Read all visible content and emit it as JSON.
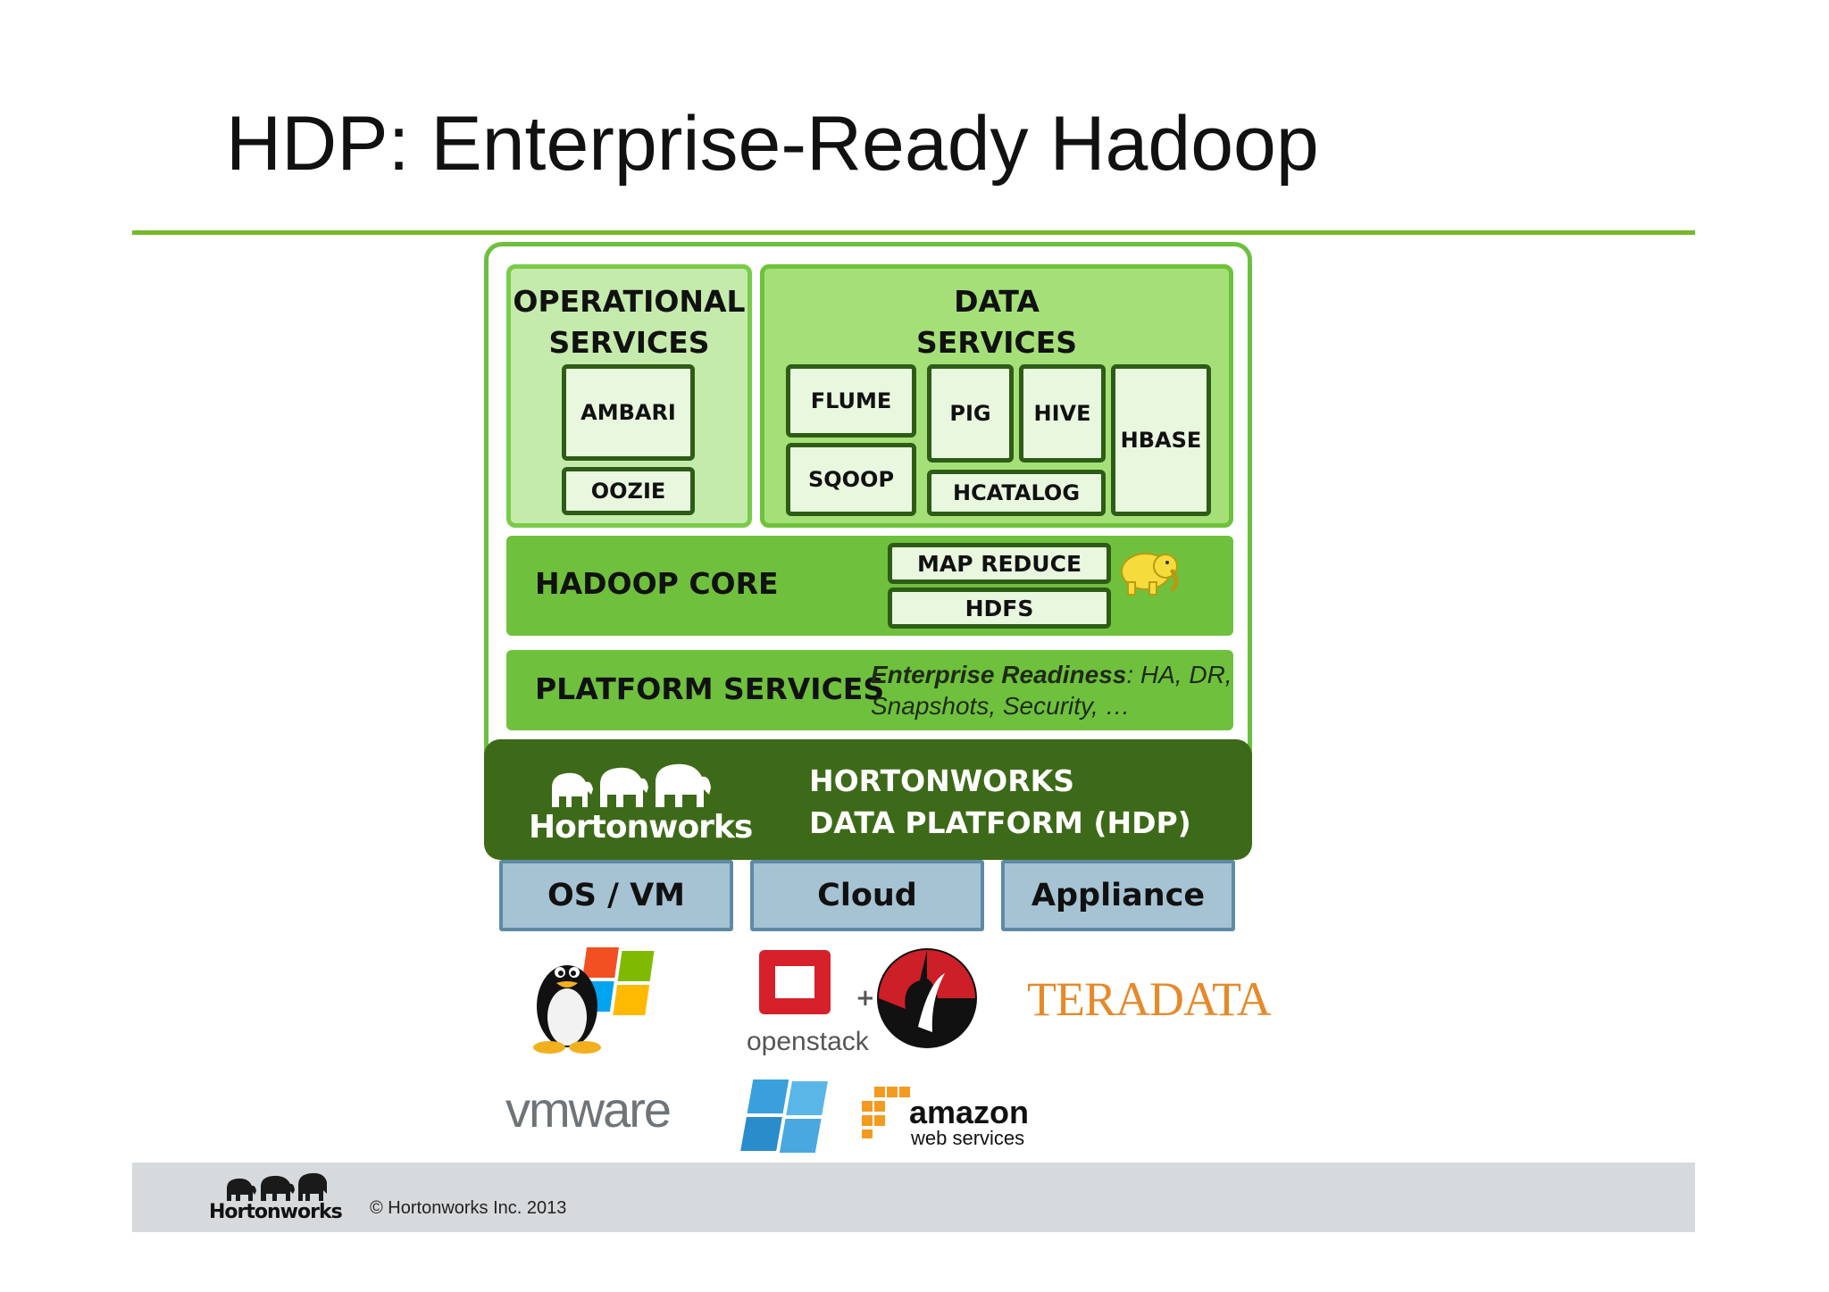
{
  "slide": {
    "title": "HDP: Enterprise-Ready Hadoop"
  },
  "stack": {
    "operational": {
      "heading": [
        "OPERATIONAL",
        "SERVICES"
      ],
      "components": [
        "AMBARI",
        "OOZIE"
      ]
    },
    "data": {
      "heading": [
        "DATA",
        "SERVICES"
      ],
      "components": [
        "FLUME",
        "SQOOP",
        "PIG",
        "HIVE",
        "HCATALOG",
        "HBASE"
      ]
    },
    "core": {
      "label": "HADOOP CORE",
      "components": [
        "MAP REDUCE",
        "HDFS"
      ]
    },
    "platform": {
      "label": "PLATFORM SERVICES",
      "note_bold": "Enterprise Readiness",
      "note_rest": ": HA, DR, Snapshots, Security, …"
    },
    "hdp": {
      "logo_text": "Hortonworks",
      "line1": "HORTONWORKS",
      "line2": "DATA PLATFORM (HDP)"
    }
  },
  "deployment": [
    "OS / VM",
    "Cloud",
    "Appliance"
  ],
  "vendor_logos": {
    "openstack": "openstack",
    "teradata": "TERADATA",
    "vmware": "vmware",
    "amazon": "amazon",
    "aws_sub": "web services"
  },
  "footer": {
    "logo_text": "Hortonworks",
    "copyright": "© Hortonworks Inc. 2013"
  },
  "colors": {
    "accent_green": "#76b82a",
    "hdp_dark_green": "#3d6a18",
    "deploy_blue": "#a5c3d3"
  }
}
